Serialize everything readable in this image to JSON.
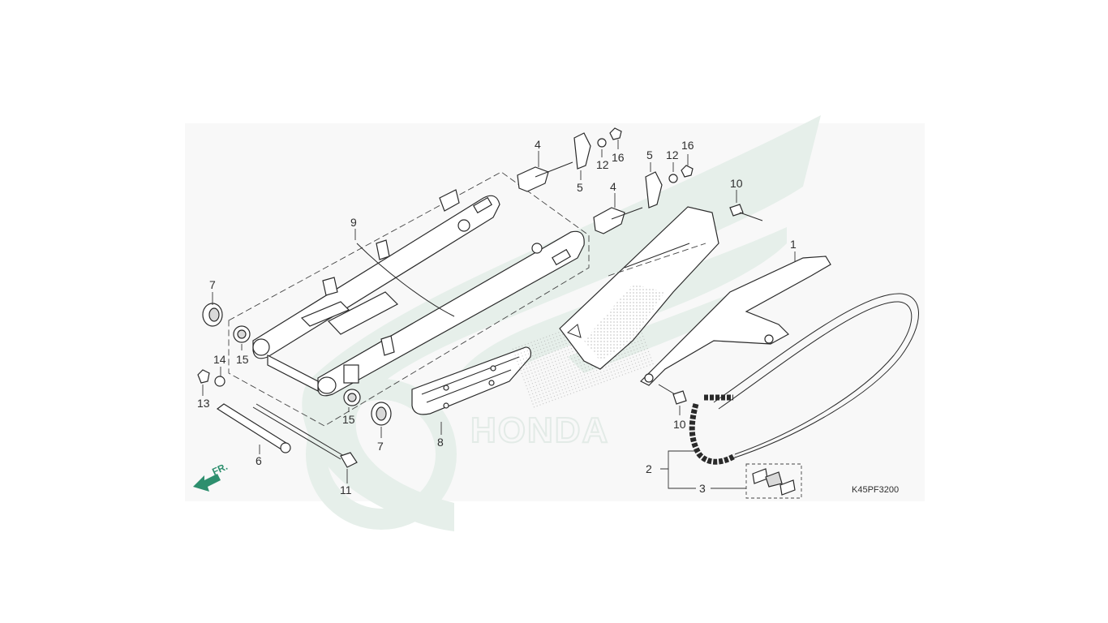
{
  "diagram": {
    "callouts": [
      {
        "id": "c1",
        "label": "1"
      },
      {
        "id": "c2",
        "label": "2"
      },
      {
        "id": "c3",
        "label": "3"
      },
      {
        "id": "c4a",
        "label": "4"
      },
      {
        "id": "c4b",
        "label": "4"
      },
      {
        "id": "c5a",
        "label": "5"
      },
      {
        "id": "c5b",
        "label": "5"
      },
      {
        "id": "c6",
        "label": "6"
      },
      {
        "id": "c7a",
        "label": "7"
      },
      {
        "id": "c7b",
        "label": "7"
      },
      {
        "id": "c8",
        "label": "8"
      },
      {
        "id": "c9",
        "label": "9"
      },
      {
        "id": "c10a",
        "label": "10"
      },
      {
        "id": "c10b",
        "label": "10"
      },
      {
        "id": "c11",
        "label": "11"
      },
      {
        "id": "c12a",
        "label": "12"
      },
      {
        "id": "c12b",
        "label": "12"
      },
      {
        "id": "c13",
        "label": "13"
      },
      {
        "id": "c14",
        "label": "14"
      },
      {
        "id": "c15a",
        "label": "15"
      },
      {
        "id": "c15b",
        "label": "15"
      },
      {
        "id": "c16a",
        "label": "16"
      },
      {
        "id": "c16b",
        "label": "16"
      }
    ],
    "diagram_code": "K45PF3200",
    "direction_label": "FR.",
    "watermark": {
      "brand": "HONDA",
      "logo_icon": "honda-wing-icon",
      "color": "#e6efea"
    },
    "accent_color": "#2e8f6e"
  }
}
